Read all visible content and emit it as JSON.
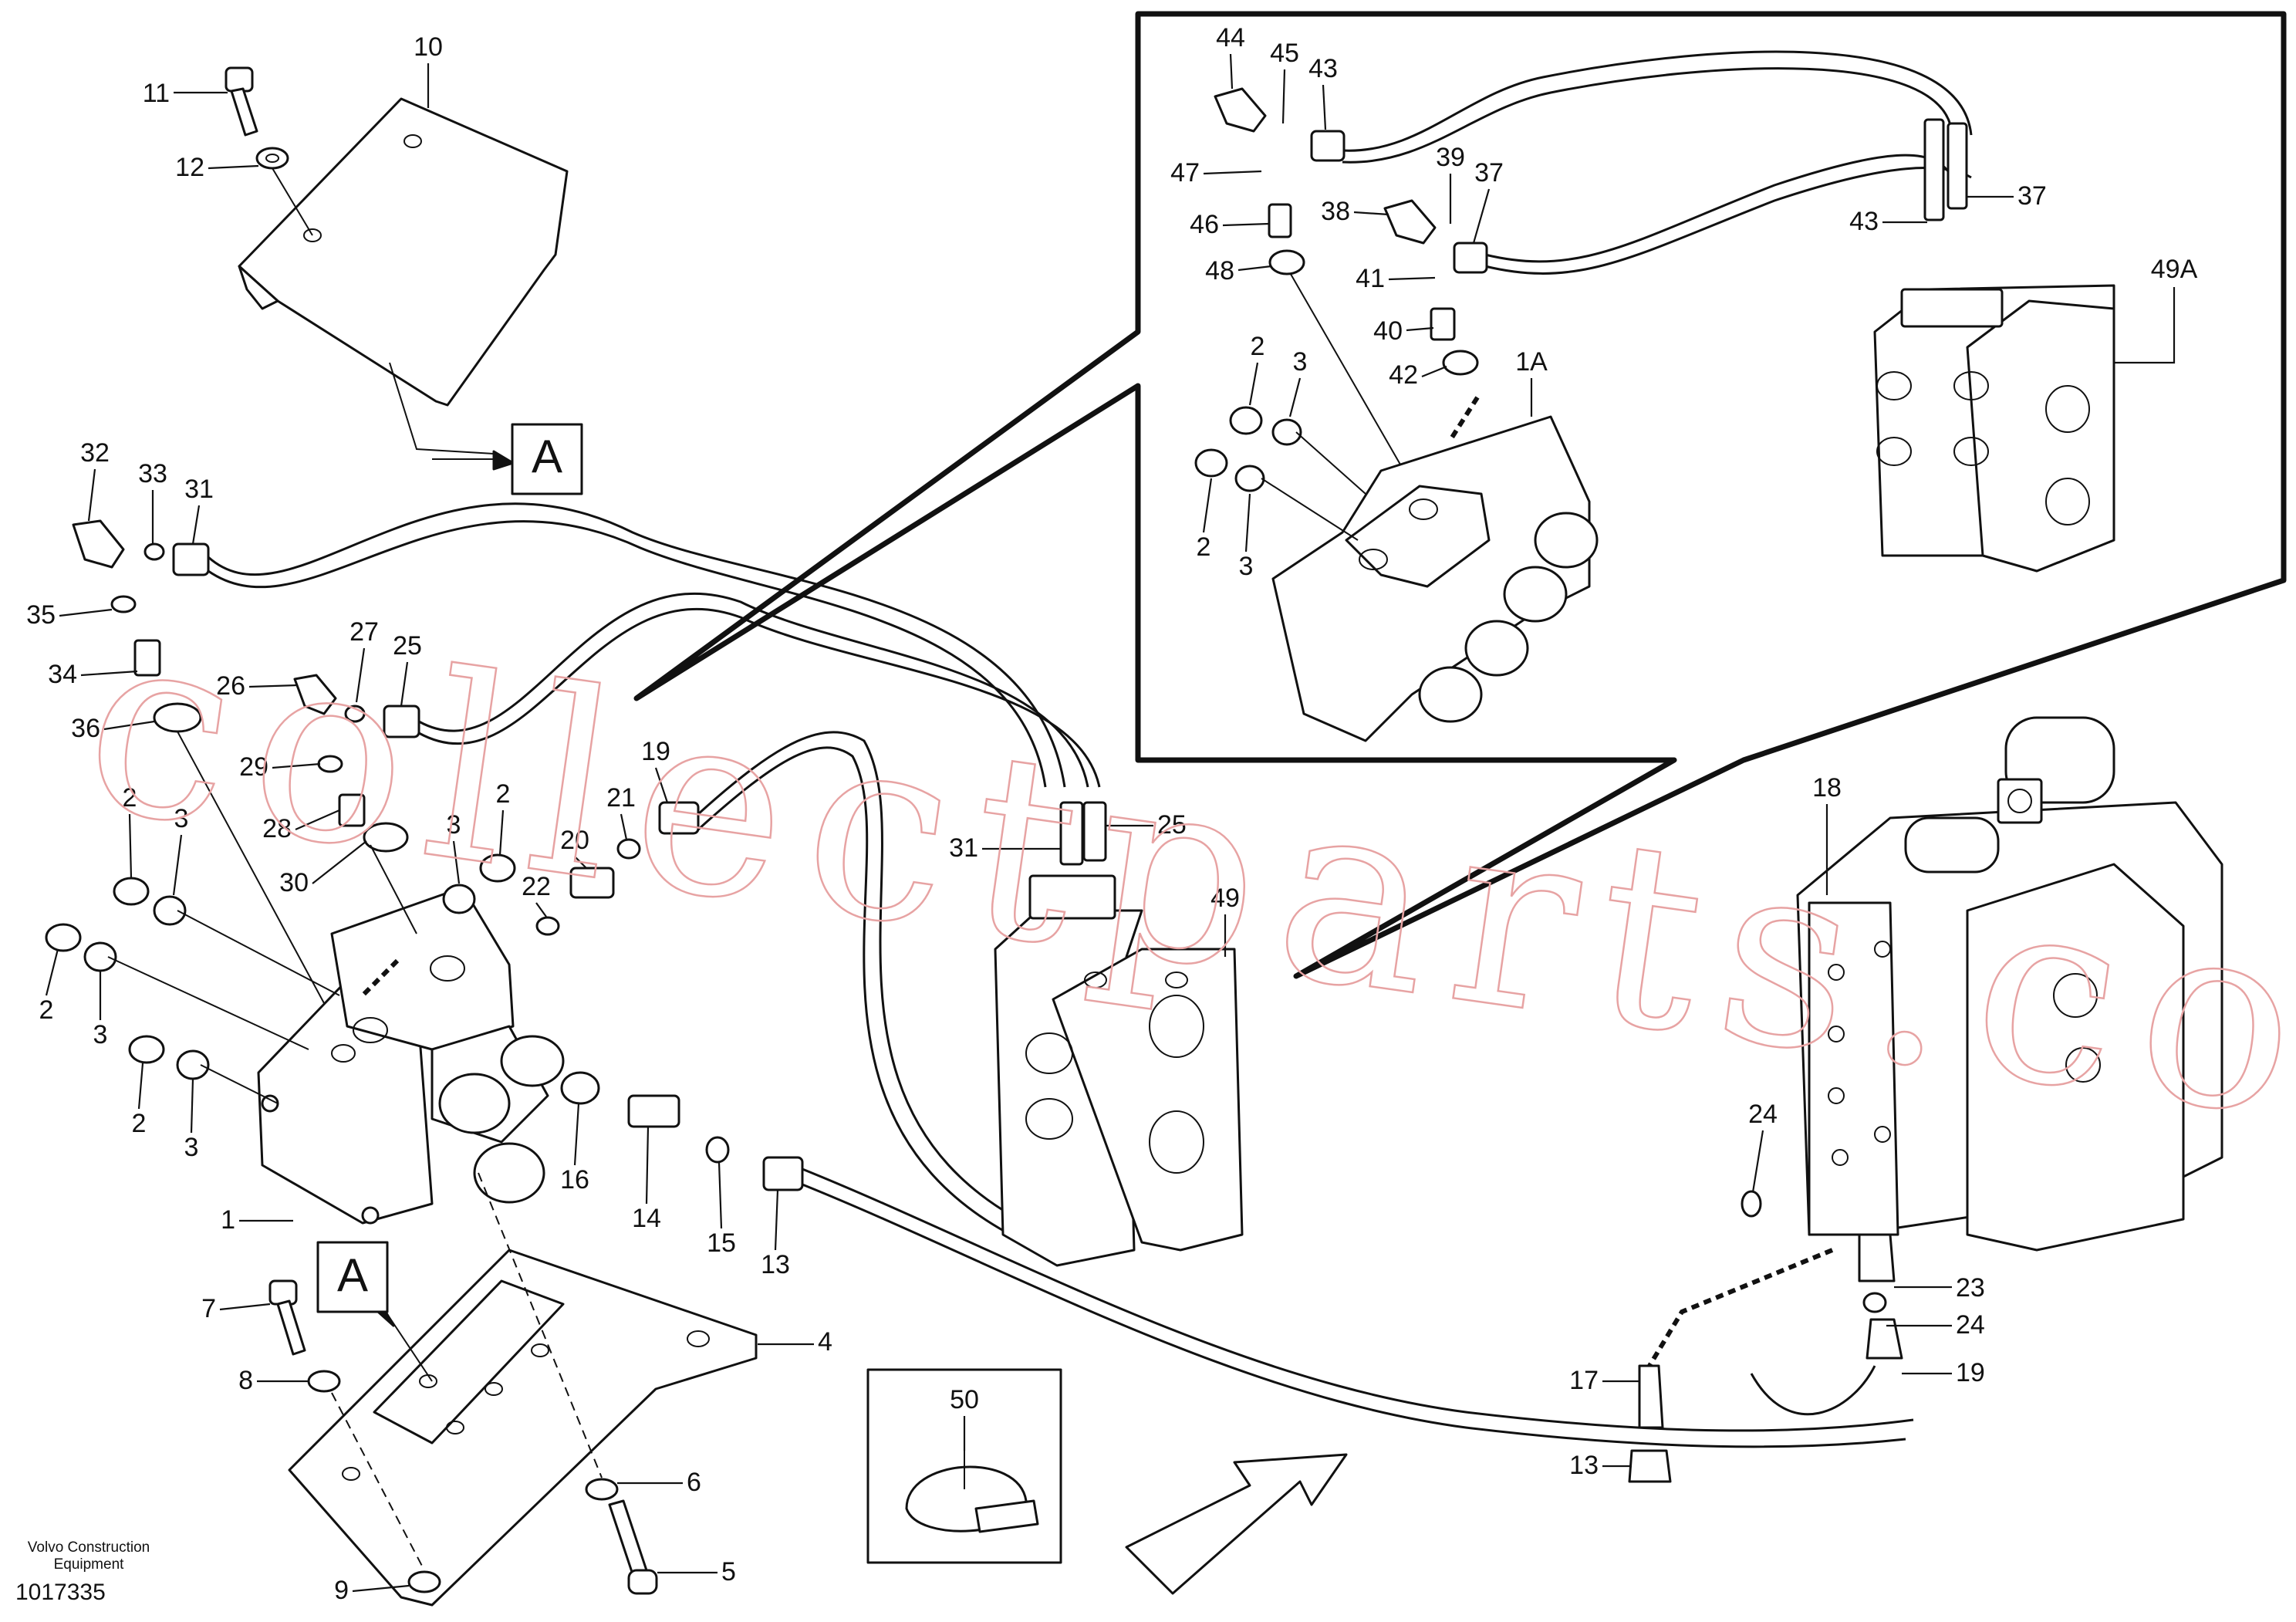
{
  "footer": {
    "maker_line1": "Volvo Construction",
    "maker_line2": "Equipment",
    "drawing_number": "1017335"
  },
  "watermark": "collectparts.com",
  "ref_markers": [
    "A",
    "A"
  ],
  "inset": {
    "labels": [
      "44",
      "45",
      "43",
      "47",
      "46",
      "48",
      "38",
      "39",
      "37",
      "41",
      "40",
      "42",
      "1A",
      "2",
      "3",
      "2",
      "3",
      "43",
      "37",
      "49A"
    ]
  },
  "main": {
    "labels": [
      "10",
      "11",
      "12",
      "32",
      "33",
      "31",
      "35",
      "34",
      "36",
      "27",
      "25",
      "26",
      "29",
      "28",
      "30",
      "19",
      "21",
      "20",
      "22",
      "2",
      "3",
      "3",
      "2",
      "2",
      "3",
      "2",
      "3",
      "1",
      "16",
      "14",
      "15",
      "13",
      "31",
      "25",
      "49",
      "18",
      "24",
      "23",
      "24",
      "19",
      "17",
      "13",
      "7",
      "8",
      "9",
      "6",
      "5",
      "4",
      "50"
    ]
  }
}
